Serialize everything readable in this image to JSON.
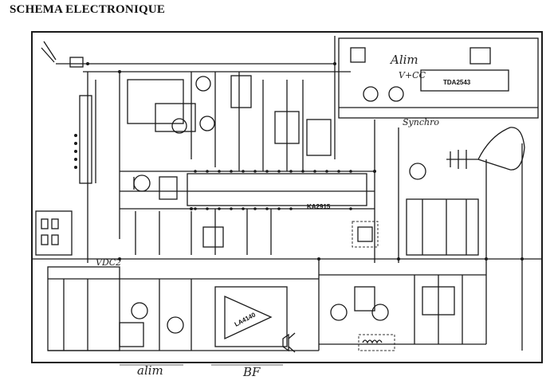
{
  "title": "SCHEMA ELECTRONIQUE",
  "chips": {
    "if": "KA2915",
    "audio": "LA4140",
    "vertical": "TDA2543"
  },
  "annotations": {
    "alim_top": "Alim",
    "vcc": "V+CC",
    "synchro": "Synchro",
    "vdc": "VDC2",
    "alim_bottom": "alim",
    "bf": "BF"
  }
}
